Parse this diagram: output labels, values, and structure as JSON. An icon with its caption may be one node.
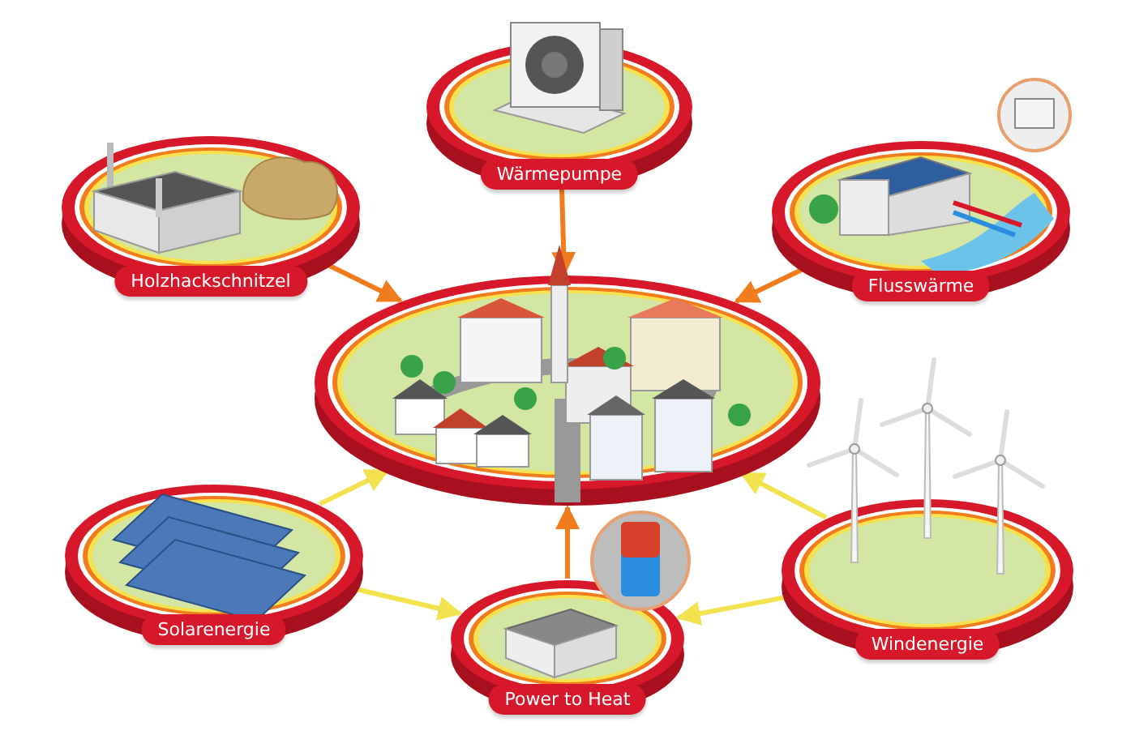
{
  "diagram": {
    "nodes": [
      {
        "text": [
          "Wärmepumpe"
        ]
      },
      {
        "text": [
          "Holzhackschnitzel"
        ]
      },
      {
        "text": [
          "Flusswärme"
        ]
      },
      {
        "text": [],
        "shape": "picture"
      },
      {
        "text": [
          "Solarenergie"
        ]
      },
      {
        "text": [
          "Windenergie"
        ]
      },
      {
        "text": [
          "Power to Heat"
        ]
      }
    ],
    "edges": [
      {
        "from": 0,
        "to": 3,
        "arrow": "to"
      },
      {
        "from": 1,
        "to": 3,
        "arrow": "to"
      },
      {
        "from": 2,
        "to": 3,
        "arrow": "to"
      },
      {
        "from": 6,
        "to": 3,
        "arrow": "to"
      },
      {
        "from": 4,
        "to": 3,
        "arrow": "to",
        "color": "#f2e250"
      },
      {
        "from": 5,
        "to": 3,
        "arrow": "to",
        "color": "#f2e250"
      },
      {
        "from": 4,
        "to": 6,
        "arrow": "to",
        "color": "#f2e250"
      },
      {
        "from": 5,
        "to": 6,
        "arrow": "to",
        "color": "#f2e250"
      }
    ]
  }
}
